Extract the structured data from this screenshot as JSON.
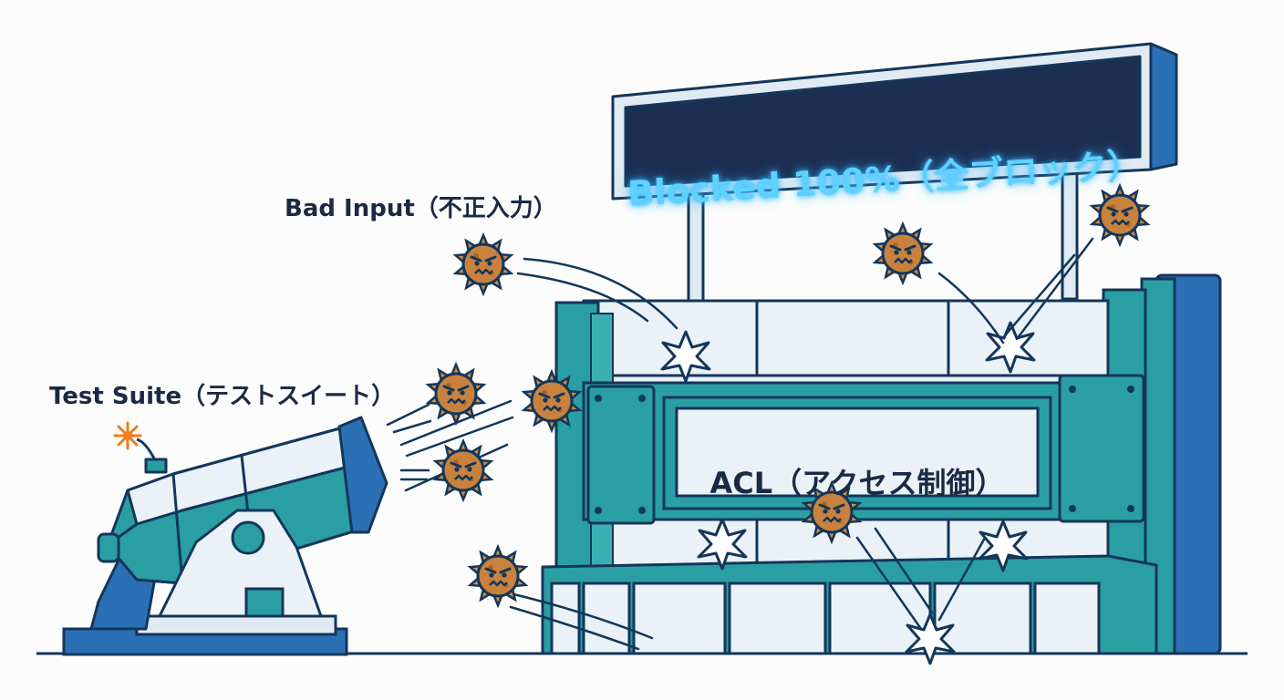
{
  "labels": {
    "bad_input": "Bad Input（不正入力）",
    "test_suite": "Test Suite（テストスイート）",
    "sign": "Blocked 100%（全ブロック）",
    "acl": "ACL（アクセス制御）"
  },
  "colors": {
    "outline": "#14365a",
    "teal": "#2a9fa3",
    "blue": "#2b70b5",
    "pale": "#eaf2f8",
    "sign_bg": "#1c2e52",
    "sign_text": "#5fd1ff",
    "germ": "#c9823d",
    "spark": "#f07c1b"
  },
  "icons": [
    "cannon-icon",
    "germ-icon",
    "impact-burst-icon",
    "fuse-spark-icon"
  ]
}
